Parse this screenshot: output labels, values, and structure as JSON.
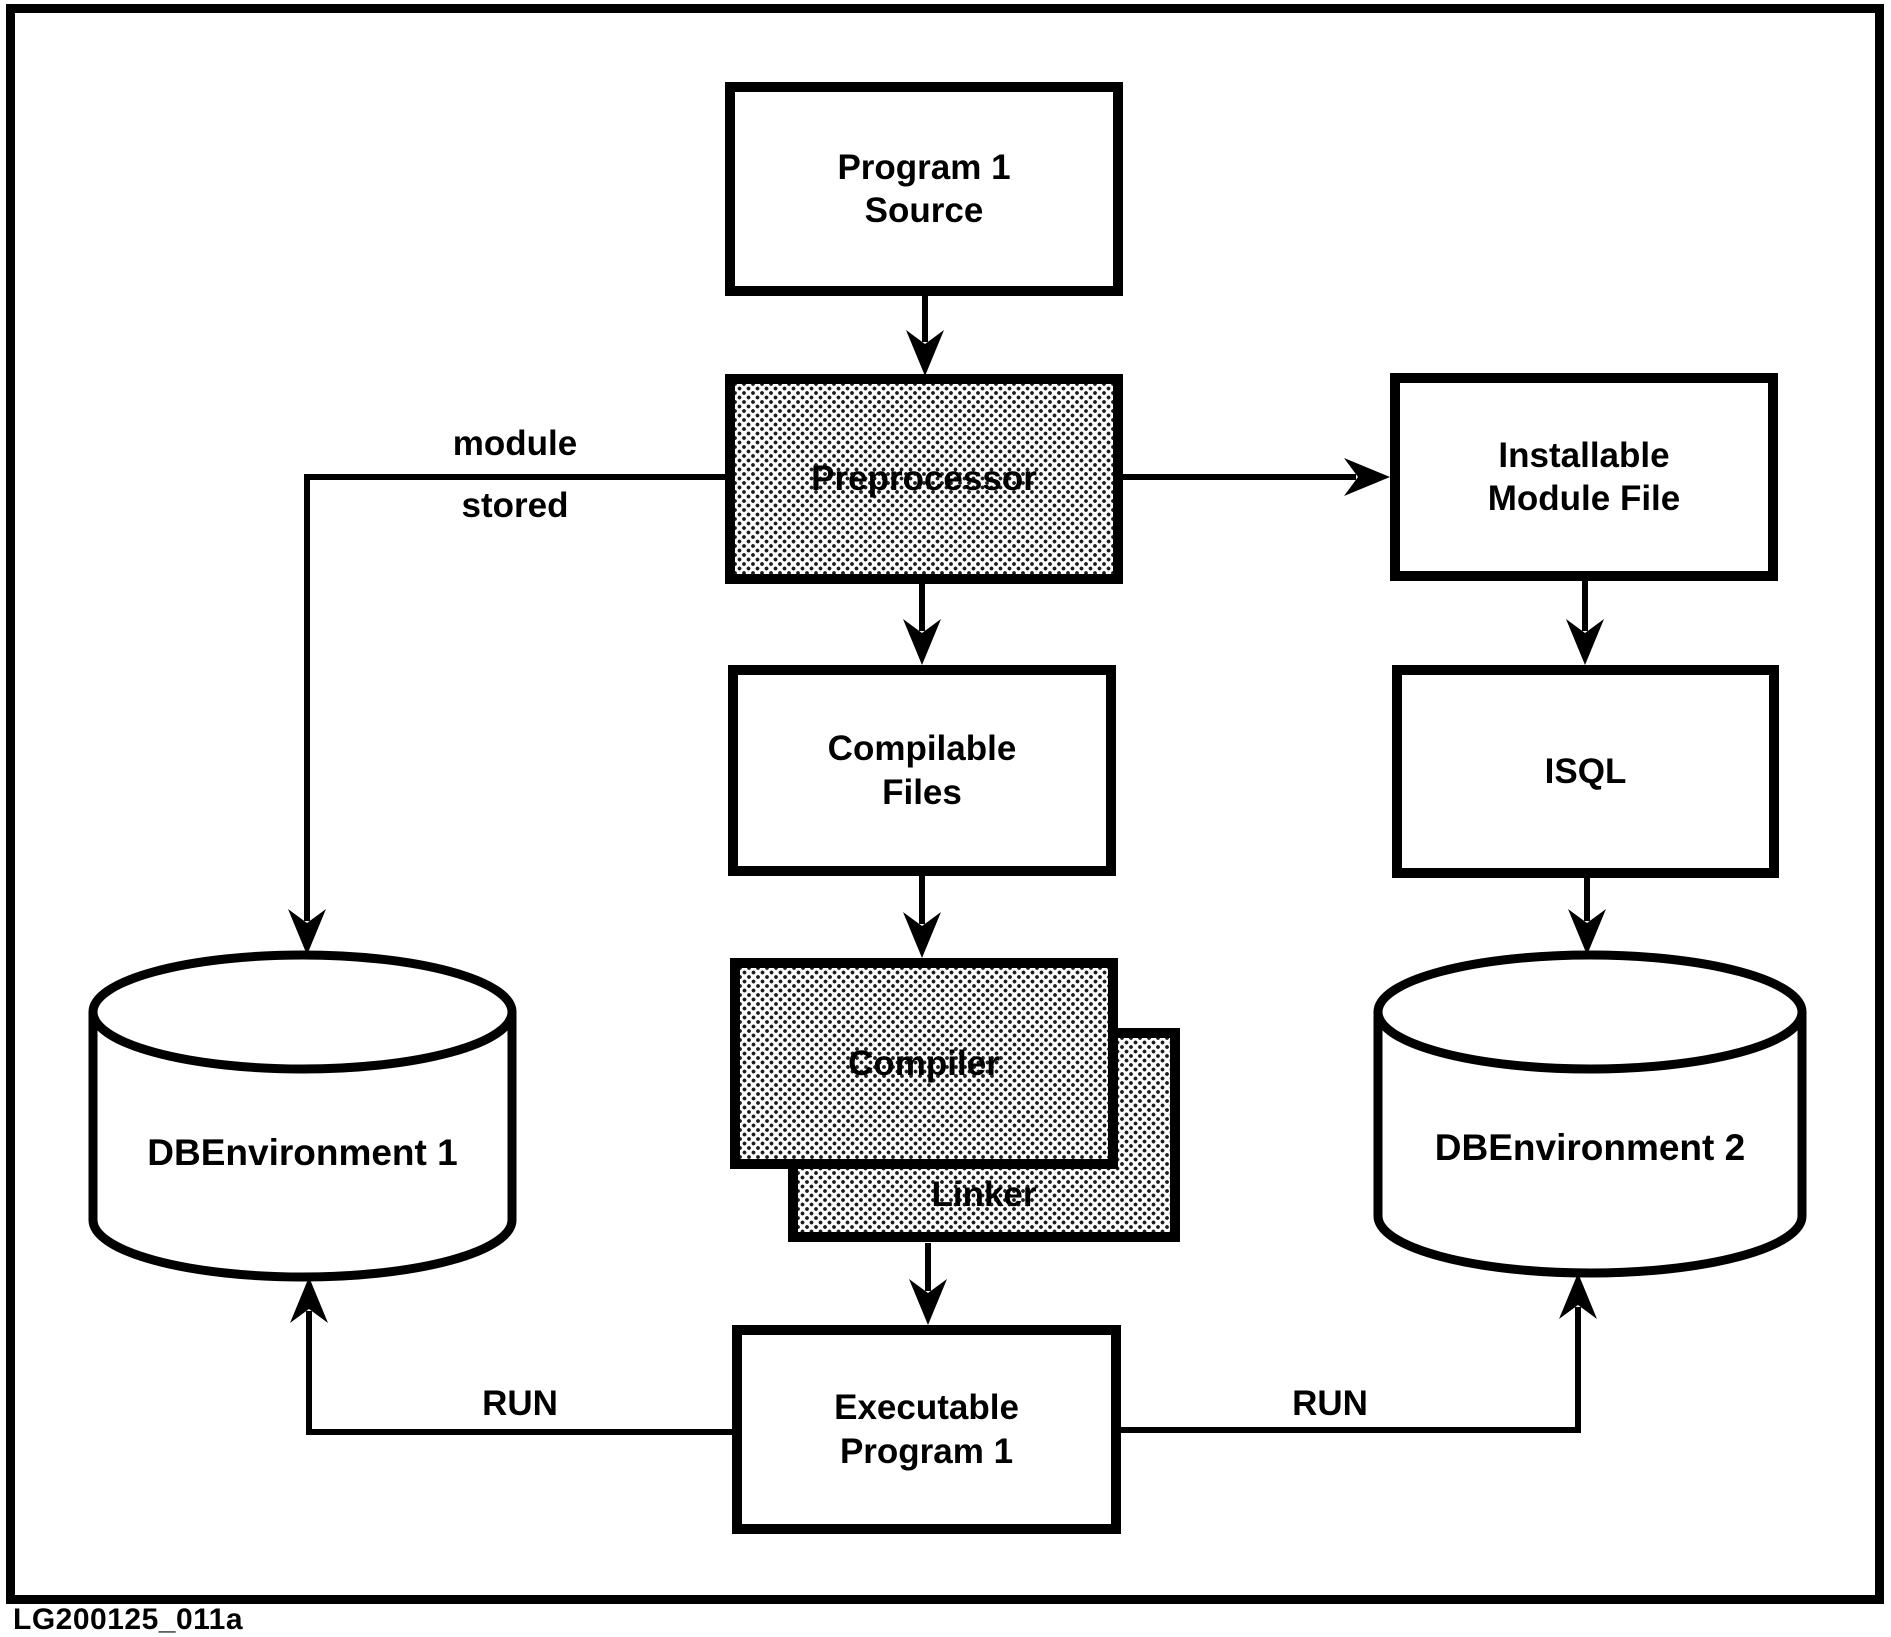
{
  "diagram": {
    "type": "flowchart",
    "caption": "LG200125_011a",
    "colors": {
      "ink": "#000000",
      "paper": "#ffffff"
    },
    "nodes": {
      "program1_source": {
        "label": "Program 1\nSource",
        "shape": "rect",
        "shaded": false
      },
      "preprocessor": {
        "label": "Preprocessor",
        "shape": "rect",
        "shaded": true
      },
      "installable_module_file": {
        "label": "Installable\nModule File",
        "shape": "rect",
        "shaded": false
      },
      "compilable_files": {
        "label": "Compilable\nFiles",
        "shape": "rect",
        "shaded": false
      },
      "compiler": {
        "label": "Compiler",
        "shape": "rect",
        "shaded": true
      },
      "linker": {
        "label": "Linker",
        "shape": "rect",
        "shaded": true
      },
      "executable_program1": {
        "label": "Executable\nProgram 1",
        "shape": "rect",
        "shaded": false
      },
      "isql": {
        "label": "ISQL",
        "shape": "rect",
        "shaded": false
      },
      "dbenvironment1": {
        "label": "DBEnvironment 1",
        "shape": "cylinder",
        "shaded": false
      },
      "dbenvironment2": {
        "label": "DBEnvironment 2",
        "shape": "cylinder",
        "shaded": false
      }
    },
    "edge_labels": {
      "module_stored": {
        "line1": "module",
        "line2": "stored"
      },
      "run_left": "RUN",
      "run_right": "RUN"
    },
    "edges": [
      {
        "from": "Program 1 Source",
        "to": "Preprocessor",
        "label": ""
      },
      {
        "from": "Preprocessor",
        "to": "Installable Module File",
        "label": ""
      },
      {
        "from": "Preprocessor",
        "to": "DBEnvironment 1",
        "label": "module stored"
      },
      {
        "from": "Preprocessor",
        "to": "Compilable Files",
        "label": ""
      },
      {
        "from": "Compilable Files",
        "to": "Compiler",
        "label": ""
      },
      {
        "from": "Linker",
        "to": "Executable Program 1",
        "label": ""
      },
      {
        "from": "Executable Program 1",
        "to": "DBEnvironment 1",
        "label": "RUN"
      },
      {
        "from": "Executable Program 1",
        "to": "DBEnvironment 2",
        "label": "RUN"
      },
      {
        "from": "Installable Module File",
        "to": "ISQL",
        "label": ""
      },
      {
        "from": "ISQL",
        "to": "DBEnvironment 2",
        "label": ""
      }
    ]
  }
}
